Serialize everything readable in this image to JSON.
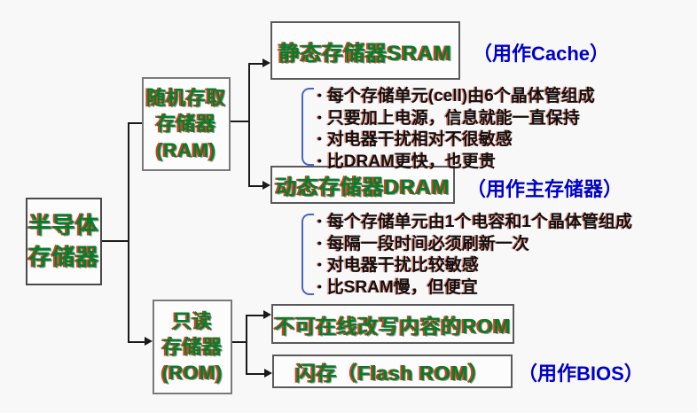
{
  "ui": {
    "bullet_char": "•"
  },
  "colors": {
    "heading_green": "#00802b",
    "red_shadow": "#e03a1e",
    "annotation_blue": "#0000cc",
    "line_black": "#1a1a1a",
    "background": "#f8f8f8"
  },
  "root": {
    "lines": [
      "半导体",
      "存储器"
    ]
  },
  "ram": {
    "lines": [
      "随机存取",
      "存储器",
      "(RAM)"
    ]
  },
  "rom": {
    "lines": [
      "只读",
      "存储器",
      "(ROM)"
    ]
  },
  "sram": {
    "title": "静态存储器SRAM",
    "note": "（用作Cache）",
    "bullets": [
      "每个存储单元(cell)由6个晶体管组成",
      "只要加上电源，信息就能一直保持",
      "对电器干扰相对不很敏感",
      "比DRAM更快，也更贵"
    ]
  },
  "dram": {
    "title": "动态存储器DRAM",
    "note": "（用作主存储器）",
    "bullets": [
      "每个存储单元由1个电容和1个晶体管组成",
      "每隔一段时间必须刷新一次",
      "对电器干扰比较敏感",
      "比SRAM慢，但便宜"
    ]
  },
  "rom_fixed": {
    "title": "不可在线改写内容的ROM"
  },
  "flash": {
    "title": "闪存（Flash ROM）",
    "note": "（用作BIOS）"
  }
}
